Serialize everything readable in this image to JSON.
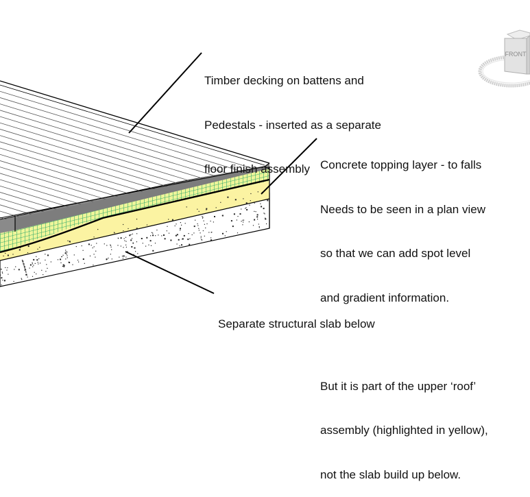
{
  "annotations": {
    "decking": {
      "lines": [
        "Timber decking on battens and",
        "Pedestals - inserted as a separate",
        "floor finish assembly"
      ]
    },
    "topping": {
      "lines": [
        "Concrete topping layer - to falls",
        "Needs to be seen in a plan view",
        "so that we can add spot level",
        "and gradient information."
      ],
      "lines2": [
        "But it is part of the upper ‘roof’",
        "assembly (highlighted in yellow),",
        "not the slab build up below."
      ]
    },
    "slab": {
      "lines": [
        "Separate structural slab below"
      ]
    }
  },
  "viewcube": {
    "face_label": "FRONT"
  },
  "colors": {
    "insulation_fill": "#eef59a",
    "insulation_grid": "#2fa86a",
    "topping_fill": "#fbf3a2",
    "battens": "#8a8a8a",
    "slab_fill": "#ffffff",
    "line": "#000000",
    "deck_lines": "#555555"
  }
}
